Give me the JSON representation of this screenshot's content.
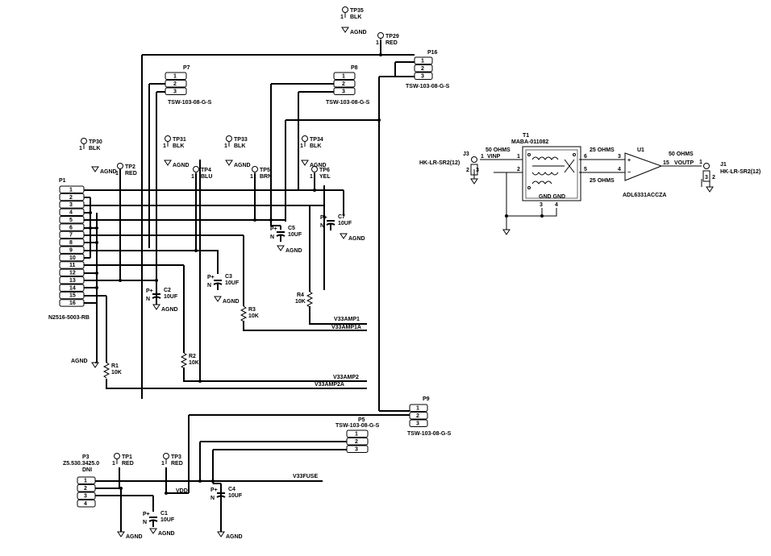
{
  "title": "",
  "connectors": {
    "p1": {
      "ref": "P1",
      "part": "N2516-5003-RB",
      "pins": [
        "1",
        "2",
        "3",
        "4",
        "5",
        "6",
        "7",
        "8",
        "9",
        "10",
        "11",
        "12",
        "13",
        "14",
        "15",
        "16"
      ]
    },
    "p3": {
      "ref": "P3",
      "part": "Z5.530.3425.0",
      "dni": "DNI",
      "pins": [
        "1",
        "2",
        "3",
        "4"
      ]
    },
    "p5": {
      "ref": "P5",
      "part": "TSW-103-08-G-S",
      "pins": [
        "1",
        "2",
        "3"
      ]
    },
    "p7": {
      "ref": "P7",
      "part": "TSW-103-08-G-S",
      "pins": [
        "1",
        "2",
        "3"
      ]
    },
    "p8": {
      "ref": "P8",
      "part": "TSW-103-08-G-S",
      "pins": [
        "1",
        "2",
        "3"
      ]
    },
    "p9": {
      "ref": "P9",
      "part": "TSW-103-08-G-S",
      "pins": [
        "1",
        "2",
        "3"
      ]
    },
    "p16": {
      "ref": "P16",
      "part": "TSW-103-08-G-S",
      "pins": [
        "1",
        "2",
        "3"
      ]
    }
  },
  "testpoints": [
    {
      "ref": "TP35",
      "color": "BLK",
      "pin": "1"
    },
    {
      "ref": "TP29",
      "color": "RED",
      "pin": "1"
    },
    {
      "ref": "TP30",
      "color": "BLK",
      "pin": "1"
    },
    {
      "ref": "TP2",
      "color": "RED",
      "pin": "1"
    },
    {
      "ref": "TP31",
      "color": "BLK",
      "pin": "1"
    },
    {
      "ref": "TP4",
      "color": "BLU",
      "pin": "1"
    },
    {
      "ref": "TP33",
      "color": "BLK",
      "pin": "1"
    },
    {
      "ref": "TP5",
      "color": "BRN",
      "pin": "1"
    },
    {
      "ref": "TP34",
      "color": "BLK",
      "pin": "1"
    },
    {
      "ref": "TP6",
      "color": "YEL",
      "pin": "1"
    },
    {
      "ref": "TP1",
      "color": "RED",
      "pin": "1"
    },
    {
      "ref": "TP3",
      "color": "RED",
      "pin": "1"
    }
  ],
  "capacitors": {
    "c1": {
      "ref": "C1",
      "value": "10UF"
    },
    "c2": {
      "ref": "C2",
      "value": "10UF"
    },
    "c3": {
      "ref": "C3",
      "value": "10UF"
    },
    "c4": {
      "ref": "C4",
      "value": "10UF"
    },
    "c5": {
      "ref": "C5",
      "value": "10UF"
    },
    "c7": {
      "ref": "C7",
      "value": "10UF"
    },
    "pos": "P",
    "neg": "N",
    "plus": "+"
  },
  "resistors": {
    "r1": {
      "ref": "R1",
      "value": "10K"
    },
    "r2": {
      "ref": "R2",
      "value": "10K"
    },
    "r3": {
      "ref": "R3",
      "value": "10K"
    },
    "r4": {
      "ref": "R4",
      "value": "10K"
    }
  },
  "nets": {
    "agnd": "AGND",
    "vdd": "VDD",
    "v33amp1": "V33AMP1",
    "v33amp1a": "V33AMP1A",
    "v33amp2": "V33AMP2",
    "v33amp2a": "V33AMP2A",
    "v33fuse": "V33FUSE",
    "vinp": "VINP",
    "voutp": "VOUTP"
  },
  "rf": {
    "j3": {
      "ref": "J3",
      "part": "HK-LR-SR2(12)",
      "pin1": "1",
      "pin2": "2",
      "pin3": "3"
    },
    "j1": {
      "ref": "J1",
      "part": "HK-LR-SR2(12)",
      "pin1": "1",
      "pin2": "2",
      "pin3": "3"
    },
    "t1": {
      "ref": "T1",
      "part": "MABA-011082",
      "gnd": "GND GND",
      "p1": "1",
      "p2": "2",
      "p3": "3",
      "p4": "4",
      "p5": "5",
      "p6": "6"
    },
    "u1": {
      "ref": "U1",
      "part": "ADL6331ACCZA",
      "plus": "+",
      "minus": "−",
      "p3": "3",
      "p4": "4",
      "p15": "15"
    },
    "ohms50_in": "50 OHMS",
    "ohms50_out": "50 OHMS",
    "ohms25_top": "25 OHMS",
    "ohms25_bot": "25 OHMS"
  }
}
